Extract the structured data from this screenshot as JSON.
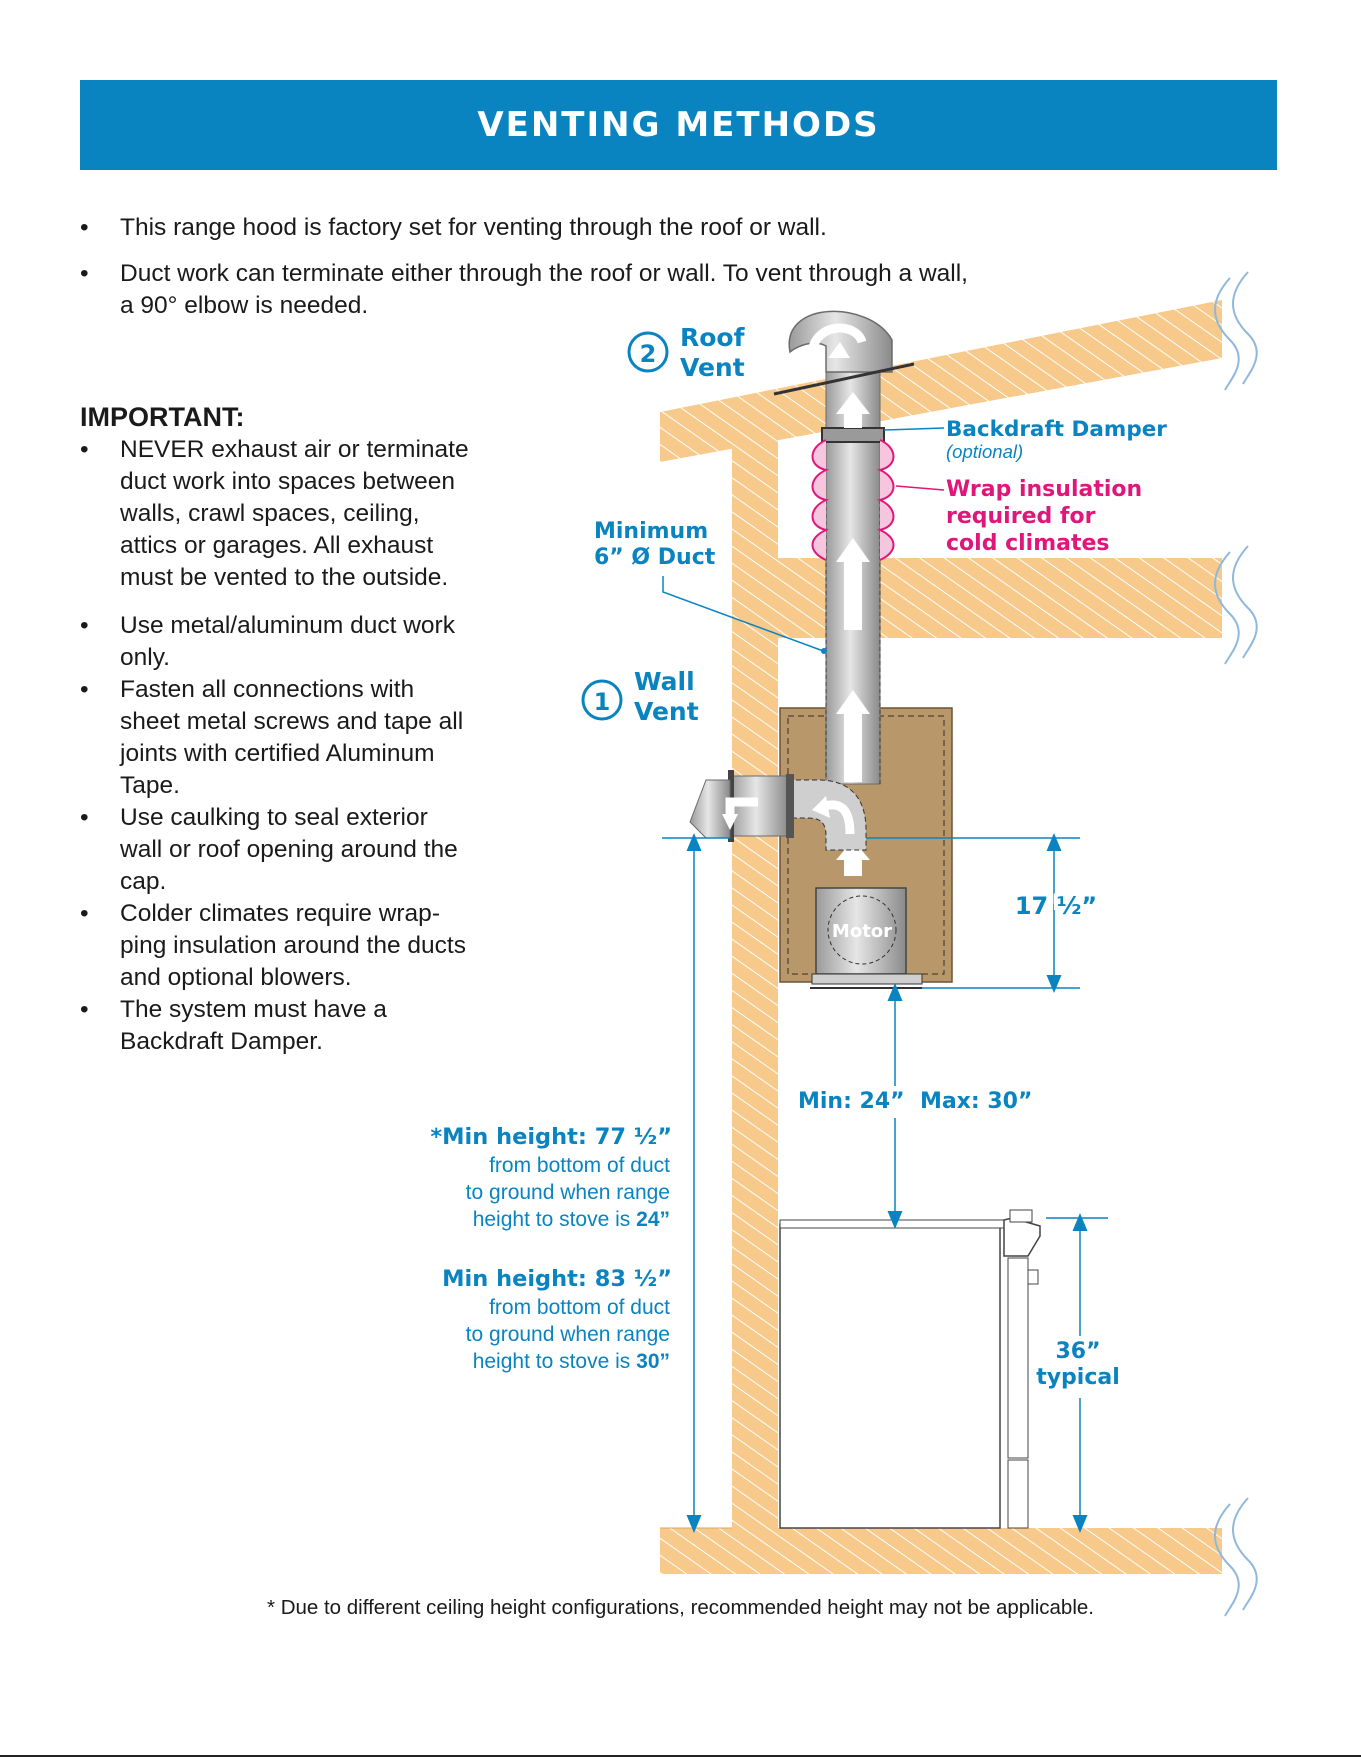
{
  "title": "VENTING METHODS",
  "intro_bullets": [
    "This range hood is factory set for venting through the roof or wall.",
    "Duct work can terminate either through the roof or wall. To vent through a wall,",
    "a 90° elbow is needed."
  ],
  "important": {
    "heading": "IMPORTANT:",
    "bullet_symbol": "•",
    "items": [
      [
        "NEVER exhaust air or terminate",
        "duct work into spaces between",
        "walls, crawl spaces, ceiling,",
        "attics or garages. All exhaust",
        "must be vented to the outside."
      ],
      [
        "Use metal/aluminum duct work",
        "only."
      ],
      [
        "Fasten all connections with",
        "sheet metal screws and tape all",
        "joints with certified Aluminum",
        "Tape."
      ],
      [
        "Use caulking to seal exterior",
        "wall or roof opening around the",
        "cap."
      ],
      [
        "Colder climates require wrap-",
        "ping insulation around the ducts",
        "and optional blowers."
      ],
      [
        "The system must have a",
        "Backdraft Damper."
      ]
    ]
  },
  "diagram": {
    "roof_vent": {
      "number": "2",
      "line1": "Roof",
      "line2": "Vent"
    },
    "wall_vent": {
      "number": "1",
      "line1": "Wall",
      "line2": "Vent"
    },
    "backdraft_damper": "Backdraft Damper",
    "optional": "(optional)",
    "wrap_insulation": [
      "Wrap insulation",
      "required for",
      "cold climates"
    ],
    "duct": [
      "Minimum",
      "6” Ø Duct"
    ],
    "motor": "Motor",
    "dim_hood": "17 ½”",
    "dim_clearance": "Min: 24”  Max: 30”",
    "dim_range": [
      "36”",
      "typical"
    ],
    "min_height_1": {
      "title": "*Min height: 77 ½”",
      "lines": [
        "from bottom of duct",
        "to ground when range",
        "height to stove is "
      ],
      "value": "24”"
    },
    "min_height_2": {
      "title": "Min height: 83 ½”",
      "lines": [
        "from bottom of duct",
        "to ground when range",
        "height to stove is "
      ],
      "value": "30”"
    }
  },
  "footnote": "* Due to different ceiling height configurations, recommended height may not be applicable.",
  "colors": {
    "brand_blue": "#0a84c1",
    "wood": "#f7c98a",
    "cabinet": "#b8976a",
    "insulation": "#e0177a"
  }
}
